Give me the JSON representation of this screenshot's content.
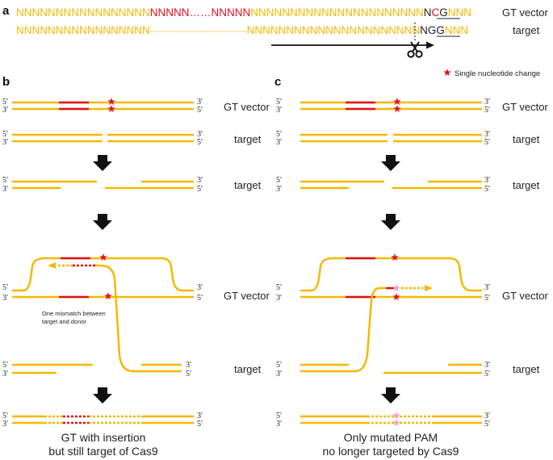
{
  "panels": {
    "a": "a",
    "b": "b",
    "c": "c"
  },
  "sequence": {
    "gt_row": {
      "part1": "NNNNNNNNNNNNNNNNN",
      "part2": "NNNNN……NNNNN",
      "part3": "NNNNNNNNNNNNNNNNNNNNNN",
      "pam_n": "N",
      "pam_c": "C",
      "pam_g": "G",
      "tail": "NNN"
    },
    "target_row": {
      "part1": "NNNNNNNNNNNNNNNNN",
      "dashes": "------------------------------------",
      "part3": "NNNNNNNNNNNNNNNNNNNNNN",
      "pam": "NGG",
      "tail": "NNN"
    },
    "label_gt": "GT vector",
    "label_target": "target"
  },
  "legend": {
    "text": "Single nucleotide change"
  },
  "labels": {
    "gt_vector": "GT vector",
    "target": "target",
    "mismatch_line1": "One mismatch between",
    "mismatch_line2": "target and donor",
    "b_caption_line1": "GT with insertion",
    "b_caption_line2": "but still target of Cas9",
    "c_caption_line1": "Only mutated PAM",
    "c_caption_line2": "no longer targeted by Cas9"
  },
  "ends": {
    "five": "5′",
    "three": "3′"
  },
  "colors": {
    "strand": "#F5B800",
    "insert": "#E0101E",
    "star_red": "#E0101E",
    "star_pink": "#F0A0C8",
    "arrow": "#111111"
  },
  "icons": {
    "scissors": "scissors-icon",
    "star": "star-icon"
  }
}
